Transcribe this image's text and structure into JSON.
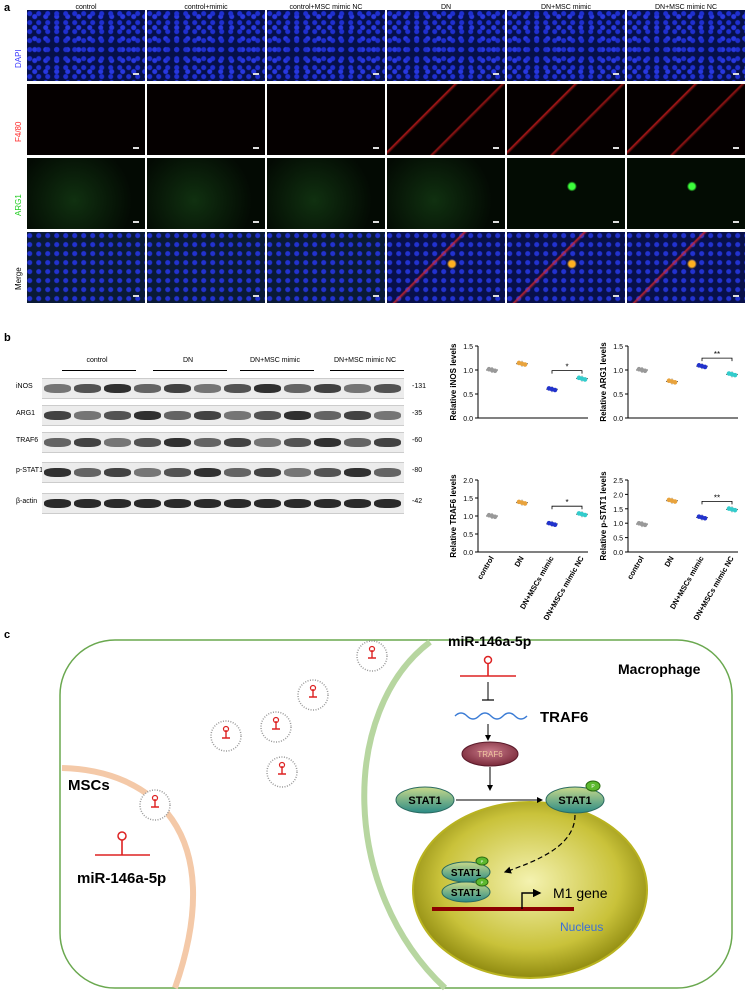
{
  "panel_a": {
    "letter": "a",
    "columns": [
      "control",
      "control+mimic",
      "control+MSC mimic NC",
      "DN",
      "DN+MSC mimic",
      "DN+MSC mimic NC"
    ],
    "rows": [
      {
        "label": "DAPI",
        "color": "#3b3bff"
      },
      {
        "label": "F4/80",
        "color": "#ff2a2a"
      },
      {
        "label": "ARG1",
        "color": "#22cc22"
      },
      {
        "label": "Merge",
        "color": "#000000"
      }
    ]
  },
  "panel_b": {
    "letter": "b",
    "groups": [
      "control",
      "DN",
      "DN+MSC mimic",
      "DN+MSC mimic NC"
    ],
    "blots": [
      {
        "label": "iNOS",
        "kda": "-131"
      },
      {
        "label": "ARG1",
        "kda": "-35"
      },
      {
        "label": "TRAF6",
        "kda": "-60"
      },
      {
        "label": "p-STAT1",
        "kda": "-80"
      },
      {
        "label": "β-actin",
        "kda": "-42"
      }
    ]
  },
  "chart_data": [
    {
      "type": "scatter",
      "ylabel": "Relative iNOS levels",
      "ylim": [
        0,
        1.5
      ],
      "yticks": [
        "0.0",
        "0.5",
        "1.0",
        "1.5"
      ],
      "categories": [
        "control",
        "DN",
        "DN+MSCs mimic",
        "DN+MSCs mimic NC"
      ],
      "values": [
        1.0,
        1.13,
        0.6,
        0.82
      ],
      "colors": [
        "#999999",
        "#e8a33d",
        "#2233cc",
        "#33cccc"
      ],
      "significance": {
        "from": 2,
        "to": 3,
        "label": "*"
      }
    },
    {
      "type": "scatter",
      "ylabel": "Relative ARG1 levels",
      "ylim": [
        0,
        1.5
      ],
      "yticks": [
        "0.0",
        "0.5",
        "1.0",
        "1.5"
      ],
      "categories": [
        "control",
        "DN",
        "DN+MSCs mimic",
        "DN+MSCs mimic NC"
      ],
      "values": [
        1.0,
        0.76,
        1.08,
        0.91
      ],
      "colors": [
        "#999999",
        "#e8a33d",
        "#2233cc",
        "#33cccc"
      ],
      "significance": {
        "from": 2,
        "to": 3,
        "label": "**"
      }
    },
    {
      "type": "scatter",
      "ylabel": "Relative TRAF6 levels",
      "ylim": [
        0,
        2.0
      ],
      "yticks": [
        "0.0",
        "0.5",
        "1.0",
        "1.5",
        "2.0"
      ],
      "categories": [
        "control",
        "DN",
        "DN+MSCs mimic",
        "DN+MSCs mimic NC"
      ],
      "values": [
        1.0,
        1.37,
        0.78,
        1.05
      ],
      "colors": [
        "#999999",
        "#e8a33d",
        "#2233cc",
        "#33cccc"
      ],
      "significance": {
        "from": 2,
        "to": 3,
        "label": "*"
      }
    },
    {
      "type": "scatter",
      "ylabel": "Relative p-STAT1 levels",
      "ylim": [
        0,
        2.5
      ],
      "yticks": [
        "0.0",
        "0.5",
        "1.0",
        "1.5",
        "2.0",
        "2.5"
      ],
      "categories": [
        "control",
        "DN",
        "DN+MSCs mimic",
        "DN+MSCs mimic NC"
      ],
      "values": [
        0.97,
        1.78,
        1.2,
        1.48
      ],
      "colors": [
        "#999999",
        "#e8a33d",
        "#2233cc",
        "#33cccc"
      ],
      "significance": {
        "from": 2,
        "to": 3,
        "label": "**"
      }
    }
  ],
  "panel_c": {
    "letter": "c",
    "macrophage": "Macrophage",
    "mscs": "MSCs",
    "mirna_top": "miR-146a-5p",
    "mirna_bottom": "miR-146a-5p",
    "traf6_mrna": "TRAF6",
    "traf6_protein": "TRAF6",
    "stat1": "STAT1",
    "phospho": "P",
    "m1gene": "M1 gene",
    "nucleus": "Nucleus"
  }
}
